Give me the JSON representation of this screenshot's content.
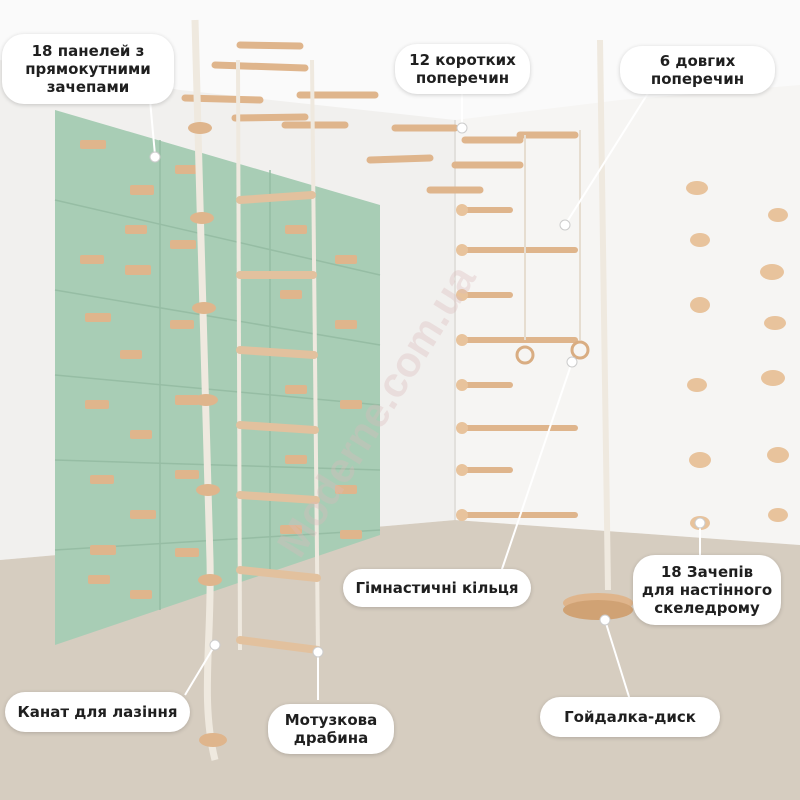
{
  "image": {
    "watermark": "Moderne.com.ua",
    "colors": {
      "wall": "#f1f0ee",
      "panel": "#a8cdb5",
      "wood": "#dfb58c",
      "carpet": "#d6cdc0",
      "rope": "#efe9df"
    }
  },
  "callouts": {
    "panels": {
      "line1": "18 панелей з",
      "line2": "прямокутними",
      "line3": "зачепами"
    },
    "short_bars": {
      "line1": "12 коротких",
      "line2": "поперечин"
    },
    "long_bars": {
      "line1": "6 довгих",
      "line2": "поперечин"
    },
    "rings": {
      "line1": "Гімнастичні кільця"
    },
    "holds": {
      "line1": "18 Зачепів",
      "line2": "для настінного",
      "line3": "скеледрому"
    },
    "rope": {
      "line1": "Канат для лазіння"
    },
    "ladder": {
      "line1": "Мотузкова",
      "line2": "драбина"
    },
    "disc_swing": {
      "line1": "Гойдалка-диск"
    }
  }
}
